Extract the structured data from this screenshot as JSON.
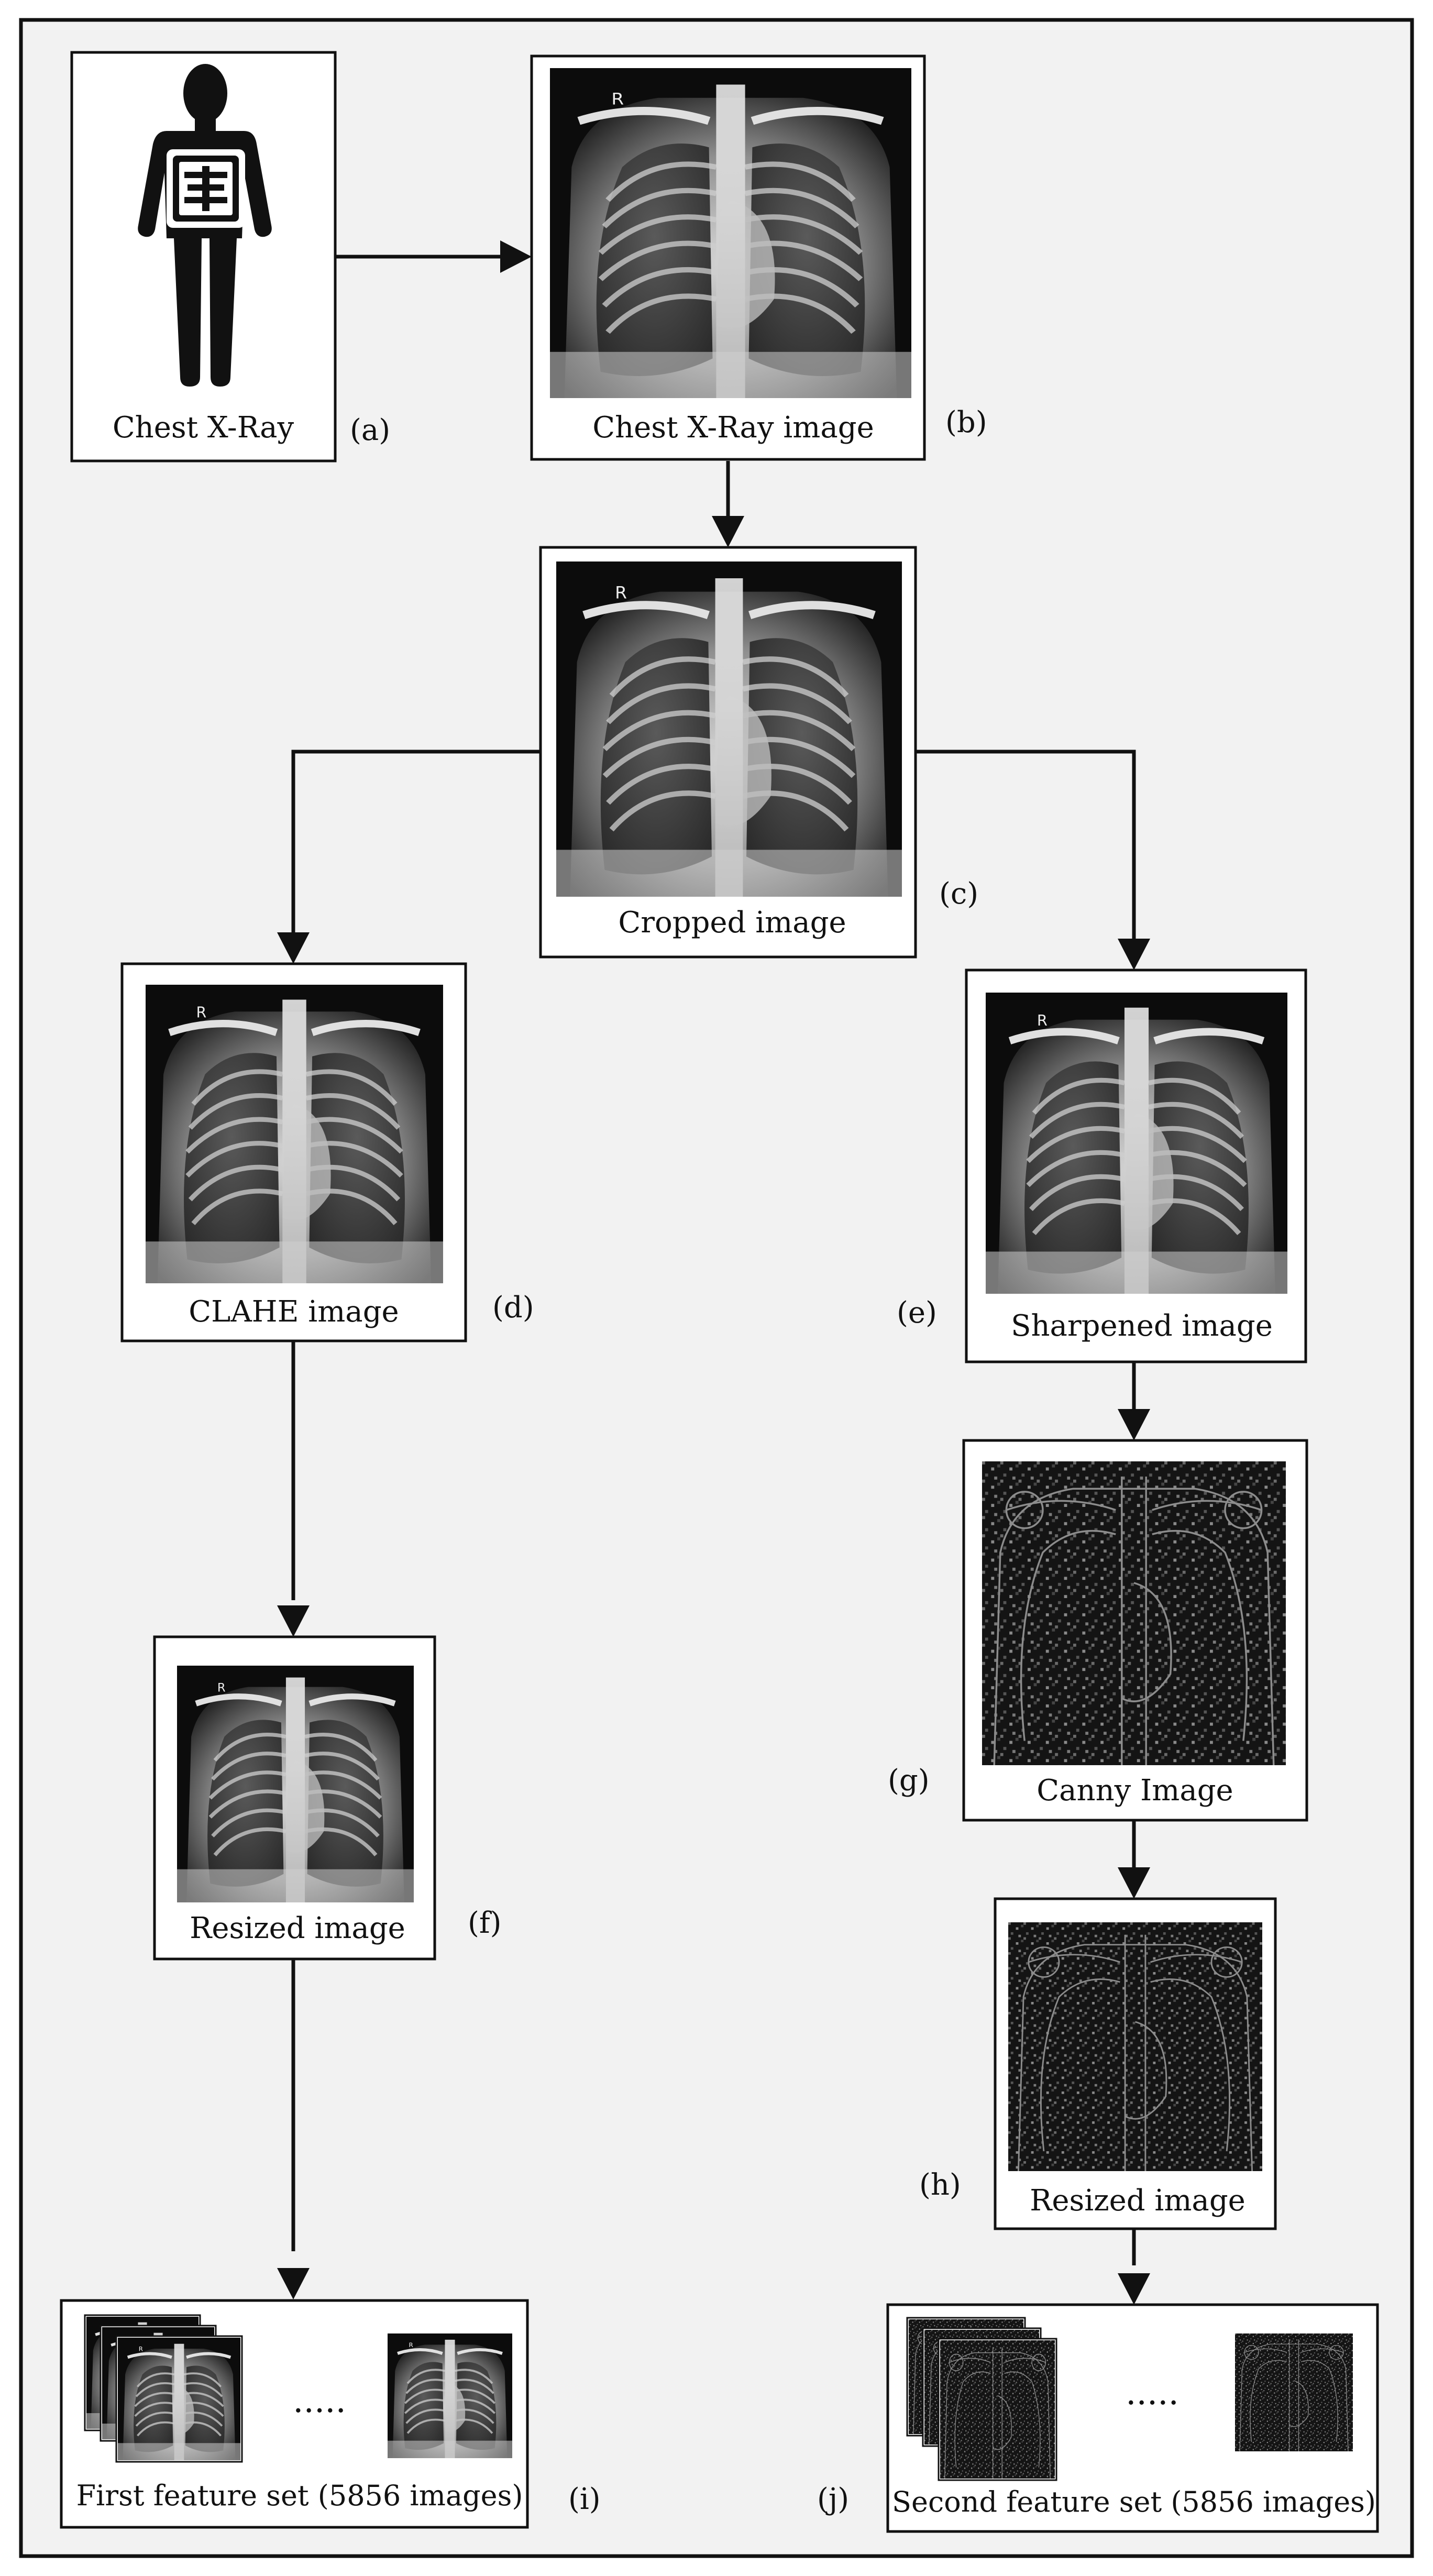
{
  "nodes": {
    "a": {
      "caption": "Chest X-Ray",
      "tag": "(a)"
    },
    "b": {
      "caption": "Chest X-Ray image",
      "tag": "(b)"
    },
    "c": {
      "caption": "Cropped image",
      "tag": "(c)"
    },
    "d": {
      "caption": "CLAHE image",
      "tag": "(d)"
    },
    "e": {
      "caption": "Sharpened image",
      "tag": "(e)"
    },
    "f": {
      "caption": "Resized image",
      "tag": "(f)"
    },
    "g": {
      "caption": "Canny Image",
      "tag": "(g)"
    },
    "h": {
      "caption": "Resized image",
      "tag": "(h)"
    },
    "i": {
      "caption": "First feature set (5856 images)",
      "tag": "(i)",
      "ellipsis": "....."
    },
    "j": {
      "caption": "Second feature set (5856 images)",
      "tag": "(j)",
      "ellipsis": "....."
    }
  },
  "xray_marker": "R",
  "colors": {
    "background": "#f2f2f2",
    "frame": "#111111",
    "box_fill": "#ffffff",
    "xray_dark": "#0c0c0c",
    "xray_light": "#dcdcdc",
    "edge_dark": "#151515"
  }
}
